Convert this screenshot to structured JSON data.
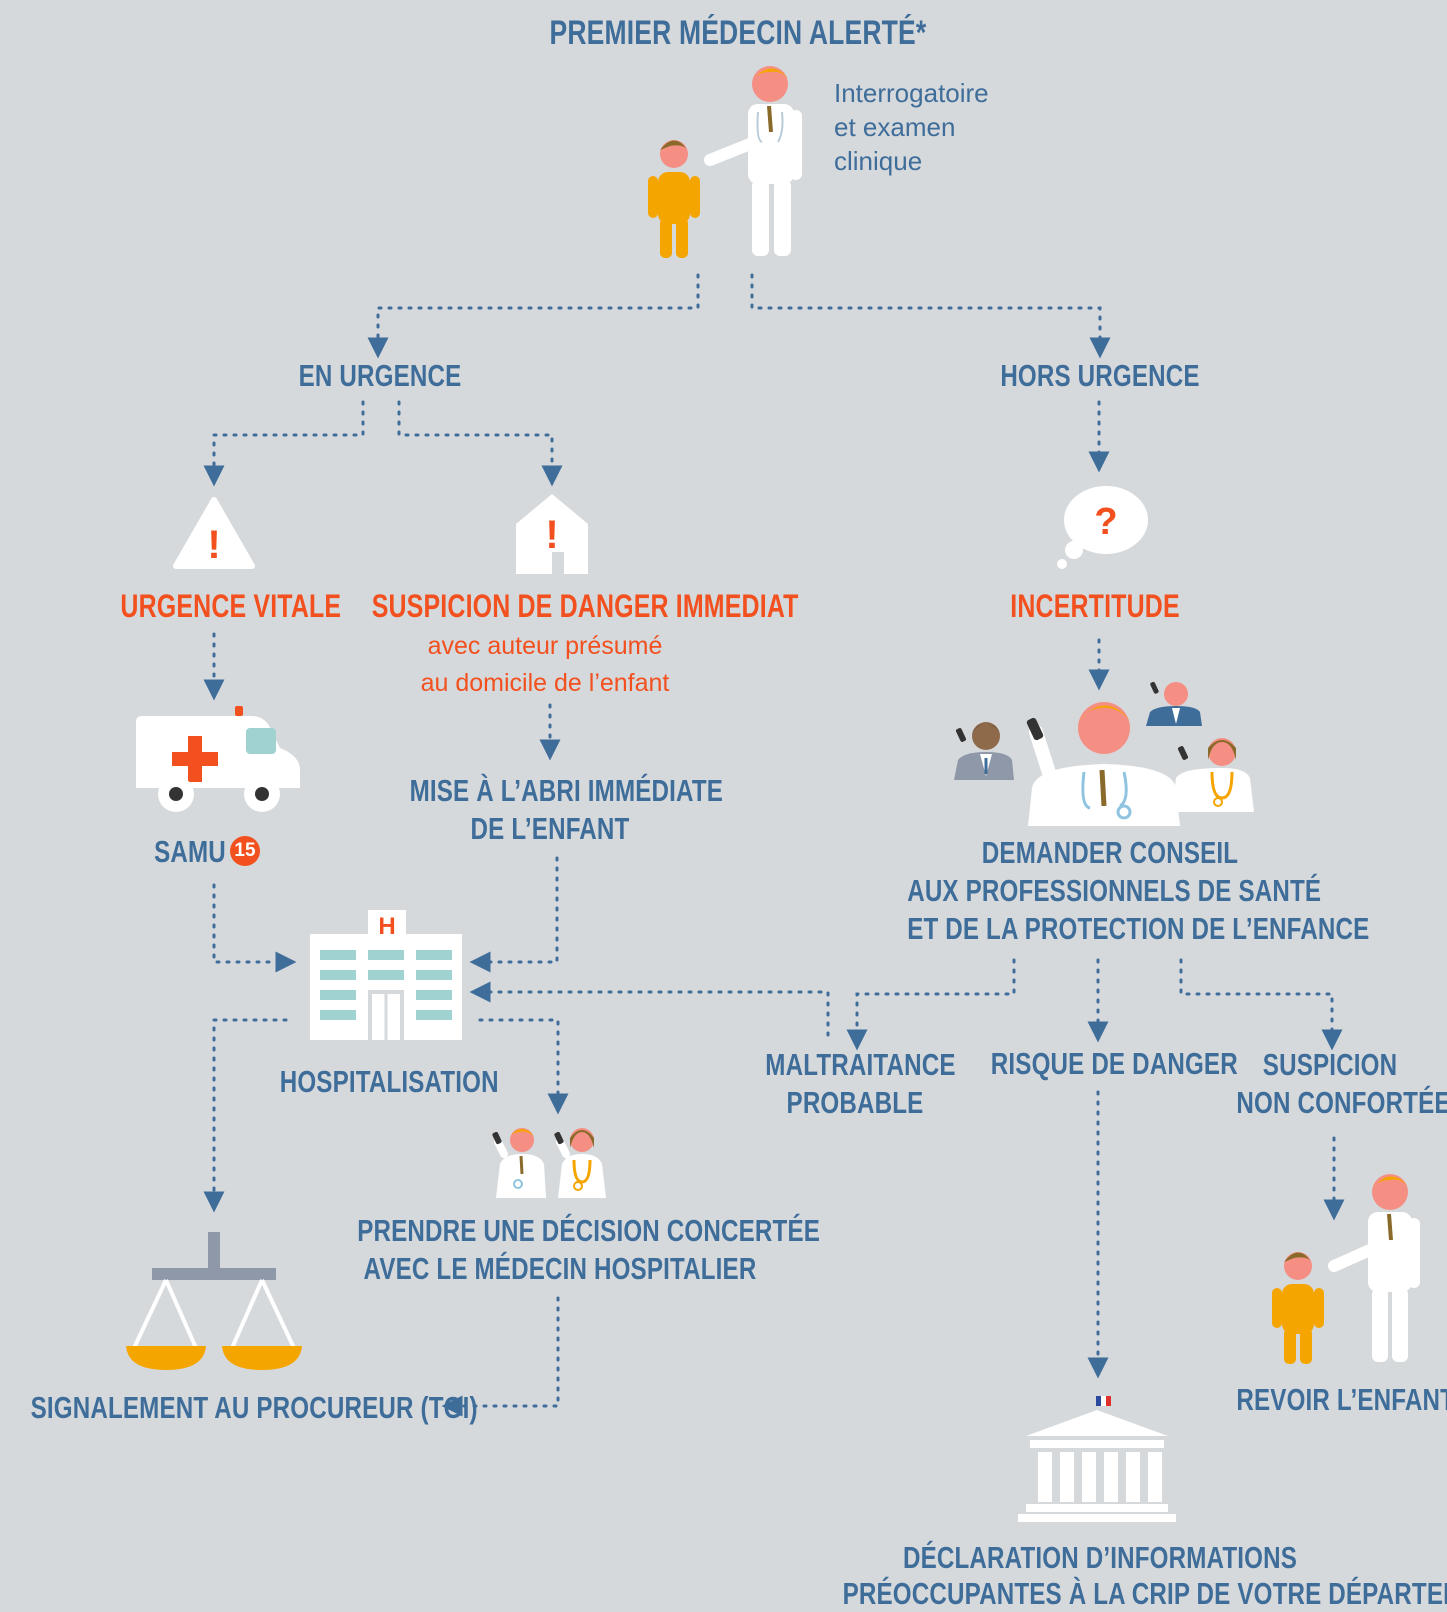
{
  "title": "PREMIER MÉDECIN ALERTÉ*",
  "intro_note": [
    "Interrogatoire",
    "et examen",
    "clinique"
  ],
  "branches": {
    "urgent": "EN URGENCE",
    "non_urgent": "HORS URGENCE"
  },
  "urgent": {
    "vital": {
      "label": "URGENCE VITALE",
      "service": "SAMU",
      "phone_badge": "15"
    },
    "danger": {
      "label": "SUSPICION DE DANGER IMMEDIAT",
      "detail": [
        "avec auteur présumé",
        "au domicile de l’enfant"
      ],
      "action": [
        "MISE À L’ABRI IMMÉDIATE",
        "DE L’ENFANT"
      ]
    },
    "hospital": "HOSPITALISATION",
    "decision": [
      "PRENDRE UNE DÉCISION CONCERTÉE",
      "AVEC LE MÉDECIN HOSPITALIER"
    ],
    "report": "SIGNALEMENT AU PROCUREUR (TGI)"
  },
  "non_urgent": {
    "uncertainty": "INCERTITUDE",
    "advice": [
      "DEMANDER CONSEIL",
      "AUX PROFESSIONNELS DE SANTÉ",
      "ET DE LA PROTECTION DE L’ENFANCE"
    ],
    "outcomes": {
      "probable": [
        "MALTRAITANCE",
        "PROBABLE"
      ],
      "risk": "RISQUE DE DANGER",
      "unconfirmed": [
        "SUSPICION",
        "NON CONFORTÉE"
      ]
    },
    "review": "REVOIR L’ENFANT",
    "declaration": [
      "DÉCLARATION D’INFORMATIONS",
      "PRÉOCCUPANTES À LA CRIP DE VOTRE DÉPARTEMENT"
    ]
  },
  "icons": {
    "hospital_sign": "H",
    "uncertainty_mark": "?",
    "warning_mark": "!"
  },
  "colors": {
    "background": "#d6d9dc",
    "blue": "#3f6d9a",
    "orange": "#f2501e",
    "child": "#f5a500",
    "white": "#ffffff"
  }
}
